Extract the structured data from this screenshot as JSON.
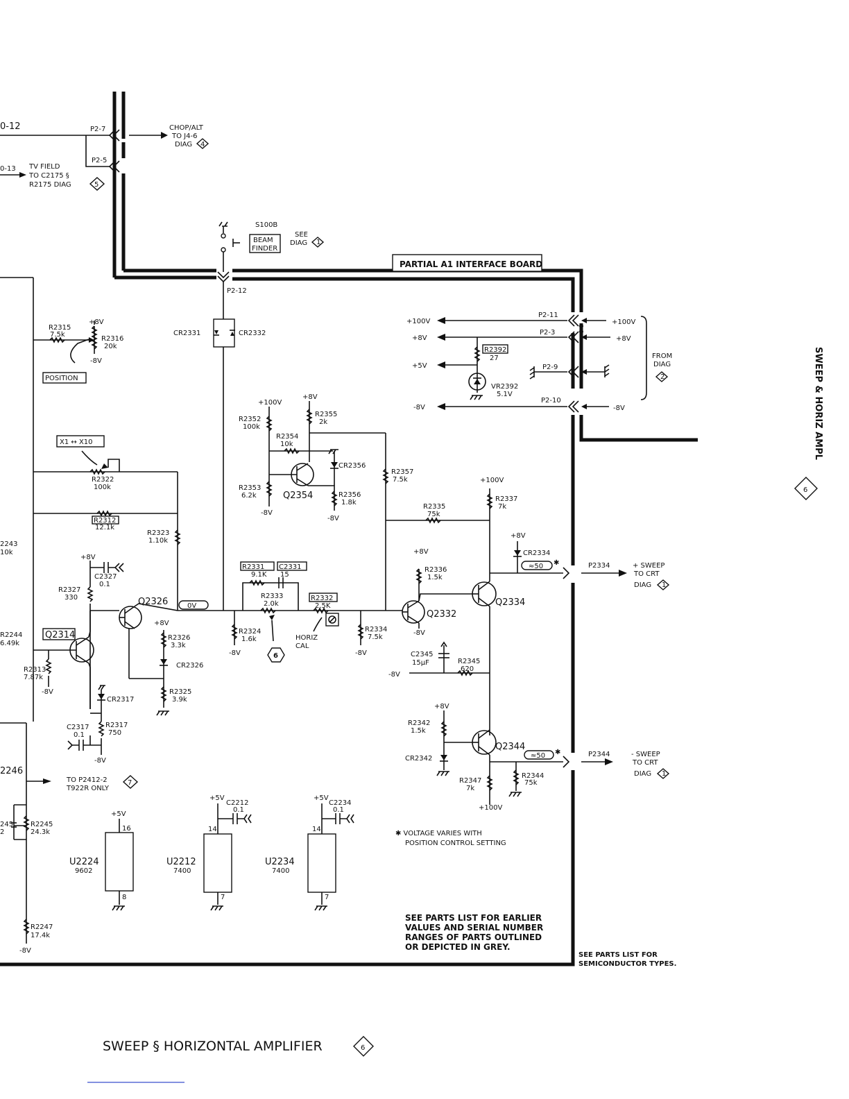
{
  "title": "SWEEP § HORIZONTAL AMPLIFIER",
  "title_diag": "6",
  "side_title": "SWEEP & HORIZ AMPL",
  "side_diag": "6",
  "board_label": "PARTIAL A1 INTERFACE BOARD",
  "notes": {
    "voltage": "✱ VOLTAGE VARIES WITH",
    "voltage2": "POSITION CONTROL SETTING",
    "parts1": "SEE PARTS LIST FOR EARLIER",
    "parts2": "VALUES AND SERIAL NUMBER",
    "parts3": "RANGES OF PARTS OUTLINED",
    "parts4": "OR DEPICTED IN GREY.",
    "semi1": "SEE PARTS LIST FOR",
    "semi2": "SEMICONDUCTOR TYPES."
  },
  "connectors": {
    "p2_7": "P2-7",
    "p2_5": "P2-5",
    "p2_12": "P2-12",
    "p2_11": "P2-11",
    "p2_3": "P2-3",
    "p2_9": "P2-9",
    "p2_10": "P2-10",
    "p2334": "P2334",
    "p2344": "P2344"
  },
  "offpage": {
    "chop1": "CHOP/ALT",
    "chop2": "TO J4-6",
    "chop3": "DIAG",
    "chop_diag": "4",
    "tv1": "TV FIELD",
    "tv2": "TO C2175 §",
    "tv3": "R2175 DIAG",
    "tv_diag": "5",
    "beam_see": "SEE",
    "beam_diag_label": "DIAG",
    "beam_diag": "1",
    "from1": "FROM",
    "from2": "DIAG",
    "from_diag": "2",
    "sweep_plus1": "+ SWEEP",
    "sweep_plus2": "TO CRT",
    "sweep_plus3": "DIAG",
    "sweep_plus_diag": "1",
    "sweep_minus1": "- SWEEP",
    "sweep_minus2": "TO CRT",
    "sweep_minus3": "DIAG",
    "sweep_minus_diag": "1",
    "p2412a": "TO P2412-2",
    "p2412b": "T922R ONLY",
    "p2412_diag": "7",
    "left_12": "0-12",
    "left_13": "0-13"
  },
  "rails": {
    "v100": "+100V",
    "v8": "+8V",
    "v5": "+5V",
    "vn8": "-8V"
  },
  "switch": {
    "ref": "S100B",
    "label1": "BEAM",
    "label2": "FINDER"
  },
  "controls": {
    "position": "POSITION",
    "x1x10": "X1 ↔ X10",
    "horiz_cal1": "HORIZ",
    "horiz_cal2": "CAL"
  },
  "components": {
    "r2315": "R2315",
    "r2315v": "7.5k",
    "r2316": "R2316",
    "r2316v": "20k",
    "r2322": "R2322",
    "r2322v": "100k",
    "r2312": "R2312",
    "r2312v": "12.1k",
    "r2323": "R2323",
    "r2323v": "1.10k",
    "r2327": "R2327",
    "r2327v": "330",
    "c2327": "C2327",
    "c2327v": "0.1",
    "q2326": "Q2326",
    "q2314": "Q2314",
    "r2326": "R2326",
    "r2326v": "3.3k",
    "cr2326": "CR2326",
    "r2325": "R2325",
    "r2325v": "3.9k",
    "r2313": "R2313",
    "r2313v": "7.87k",
    "cr2317": "CR2317",
    "c2317": "C2317",
    "c2317v": "0.1",
    "r2317": "R2317",
    "r2317v": "750",
    "r2244": "R2244",
    "r2244v": "6.49k",
    "r2243": "2243",
    "r2243v": "10k",
    "r2246": "2246",
    "r2245": "R2245",
    "r2245v": "24.3k",
    "c2245": "245",
    "c2245v": "2",
    "r2247": "R2247",
    "r2247v": "17.4k",
    "cr2331": "CR2331",
    "cr2332": "CR2332",
    "r2352": "R2352",
    "r2352v": "100k",
    "r2355": "R2355",
    "r2355v": "2k",
    "r2354": "R2354",
    "r2354v": "10k",
    "cr2356": "CR2356",
    "q2354": "Q2354",
    "r2353": "R2353",
    "r2353v": "6.2k",
    "r2356": "R2356",
    "r2356v": "1.8k",
    "r2357": "R2357",
    "r2357v": "7.5k",
    "r2335": "R2335",
    "r2335v": "75k",
    "r2337": "R2337",
    "r2337v": "7k",
    "cr2334": "CR2334",
    "q2334": "Q2334",
    "r2336": "R2336",
    "r2336v": "1.5k",
    "q2332": "Q2332",
    "r2331": "R2331",
    "r2331v": "9.1K",
    "c2331": "C2331",
    "c2331v": "15",
    "r2333": "R2333",
    "r2333v": "2.0k",
    "r2332": "R2332",
    "r2332v": "2.5K",
    "r2324": "R2324",
    "r2324v": "1.6k",
    "r2334": "R2334",
    "r2334v": "7.5k",
    "c2345": "C2345",
    "c2345v": "15μF",
    "r2345": "R2345",
    "r2345v": "620",
    "r2342": "R2342",
    "r2342v": "1.5k",
    "cr2342": "CR2342",
    "q2344": "Q2344",
    "r2347": "R2347",
    "r2347v": "7k",
    "r2344": "R2344",
    "r2344v": "75k",
    "r2392": "R2392",
    "r2392v": "27",
    "vr2392": "VR2392",
    "vr2392v": "5.1V",
    "c2212": "C2212",
    "c2212v": "0.1",
    "c2234": "C2234",
    "c2234v": "0.1",
    "u2224": "U2224",
    "u2224t": "9602",
    "u2212": "U2212",
    "u2212t": "7400",
    "u2234": "U2234",
    "u2234t": "7400",
    "pin16": "16",
    "pin8": "8",
    "pin14a": "14",
    "pin7a": "7",
    "pin14b": "14",
    "pin7b": "7"
  },
  "voltages": {
    "ov": "0V",
    "q2334v": "≈50",
    "q2344v": "≈50",
    "star": "✱",
    "test_point": "6"
  }
}
